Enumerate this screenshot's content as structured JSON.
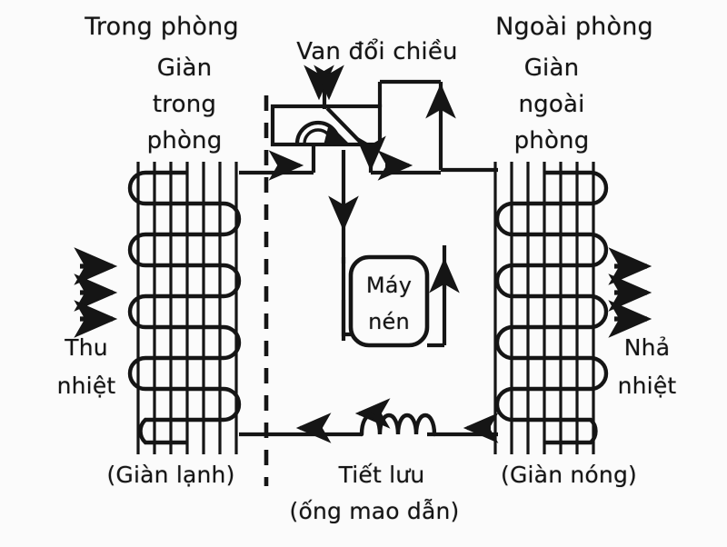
{
  "diagram": {
    "title_kind": "heat-pump-air-conditioner-schematic",
    "labels": {
      "indoor_zone": "Trong phòng",
      "indoor_coil": "Giàn\ntrong\nphòng",
      "indoor_coil_paren": "(Giàn lạnh)",
      "outdoor_zone": "Ngoài phòng",
      "outdoor_coil": "Giàn\nngoài\nphòng",
      "outdoor_coil_paren": "(Giàn nóng)",
      "reversing_valve": "Van đổi chiều",
      "compressor": "Máy\nnén",
      "throttle": "Tiết lưu",
      "throttle_paren": "(ống mao dẫn)",
      "heat_absorb": "Thu\nnhiệt",
      "heat_reject": "Nhả\nnhiệt"
    },
    "label_lines": {
      "indoor_coil_l1": "Giàn",
      "indoor_coil_l2": "trong",
      "indoor_coil_l3": "phòng",
      "outdoor_coil_l1": "Giàn",
      "outdoor_coil_l2": "ngoài",
      "outdoor_coil_l3": "phòng",
      "compressor_l1": "Máy",
      "compressor_l2": "nén",
      "heat_absorb_l1": "Thu",
      "heat_absorb_l2": "nhiệt",
      "heat_reject_l1": "Nhả",
      "heat_reject_l2": "nhiệt"
    },
    "components": [
      {
        "name": "indoor-coil",
        "type": "serpentine-coil-with-fins",
        "side": "left"
      },
      {
        "name": "outdoor-coil",
        "type": "serpentine-coil-with-fins",
        "side": "right"
      },
      {
        "name": "reversing-valve",
        "type": "four-way-valve",
        "side": "top-center"
      },
      {
        "name": "compressor",
        "type": "rounded-rect-vessel",
        "side": "center"
      },
      {
        "name": "capillary-tube",
        "type": "helical-coil",
        "side": "bottom-center"
      },
      {
        "name": "wall-boundary",
        "type": "dashed-vertical-line",
        "side": "center-left"
      }
    ],
    "flow_arrows": {
      "indoor_air_in": 3,
      "outdoor_air_out": 3,
      "indoor_air_direction": "right",
      "outdoor_air_direction": "right",
      "capillary_direction": "left"
    },
    "colors": {
      "line": "#151515",
      "background": "#fbfbfb",
      "text": "#141414"
    }
  }
}
